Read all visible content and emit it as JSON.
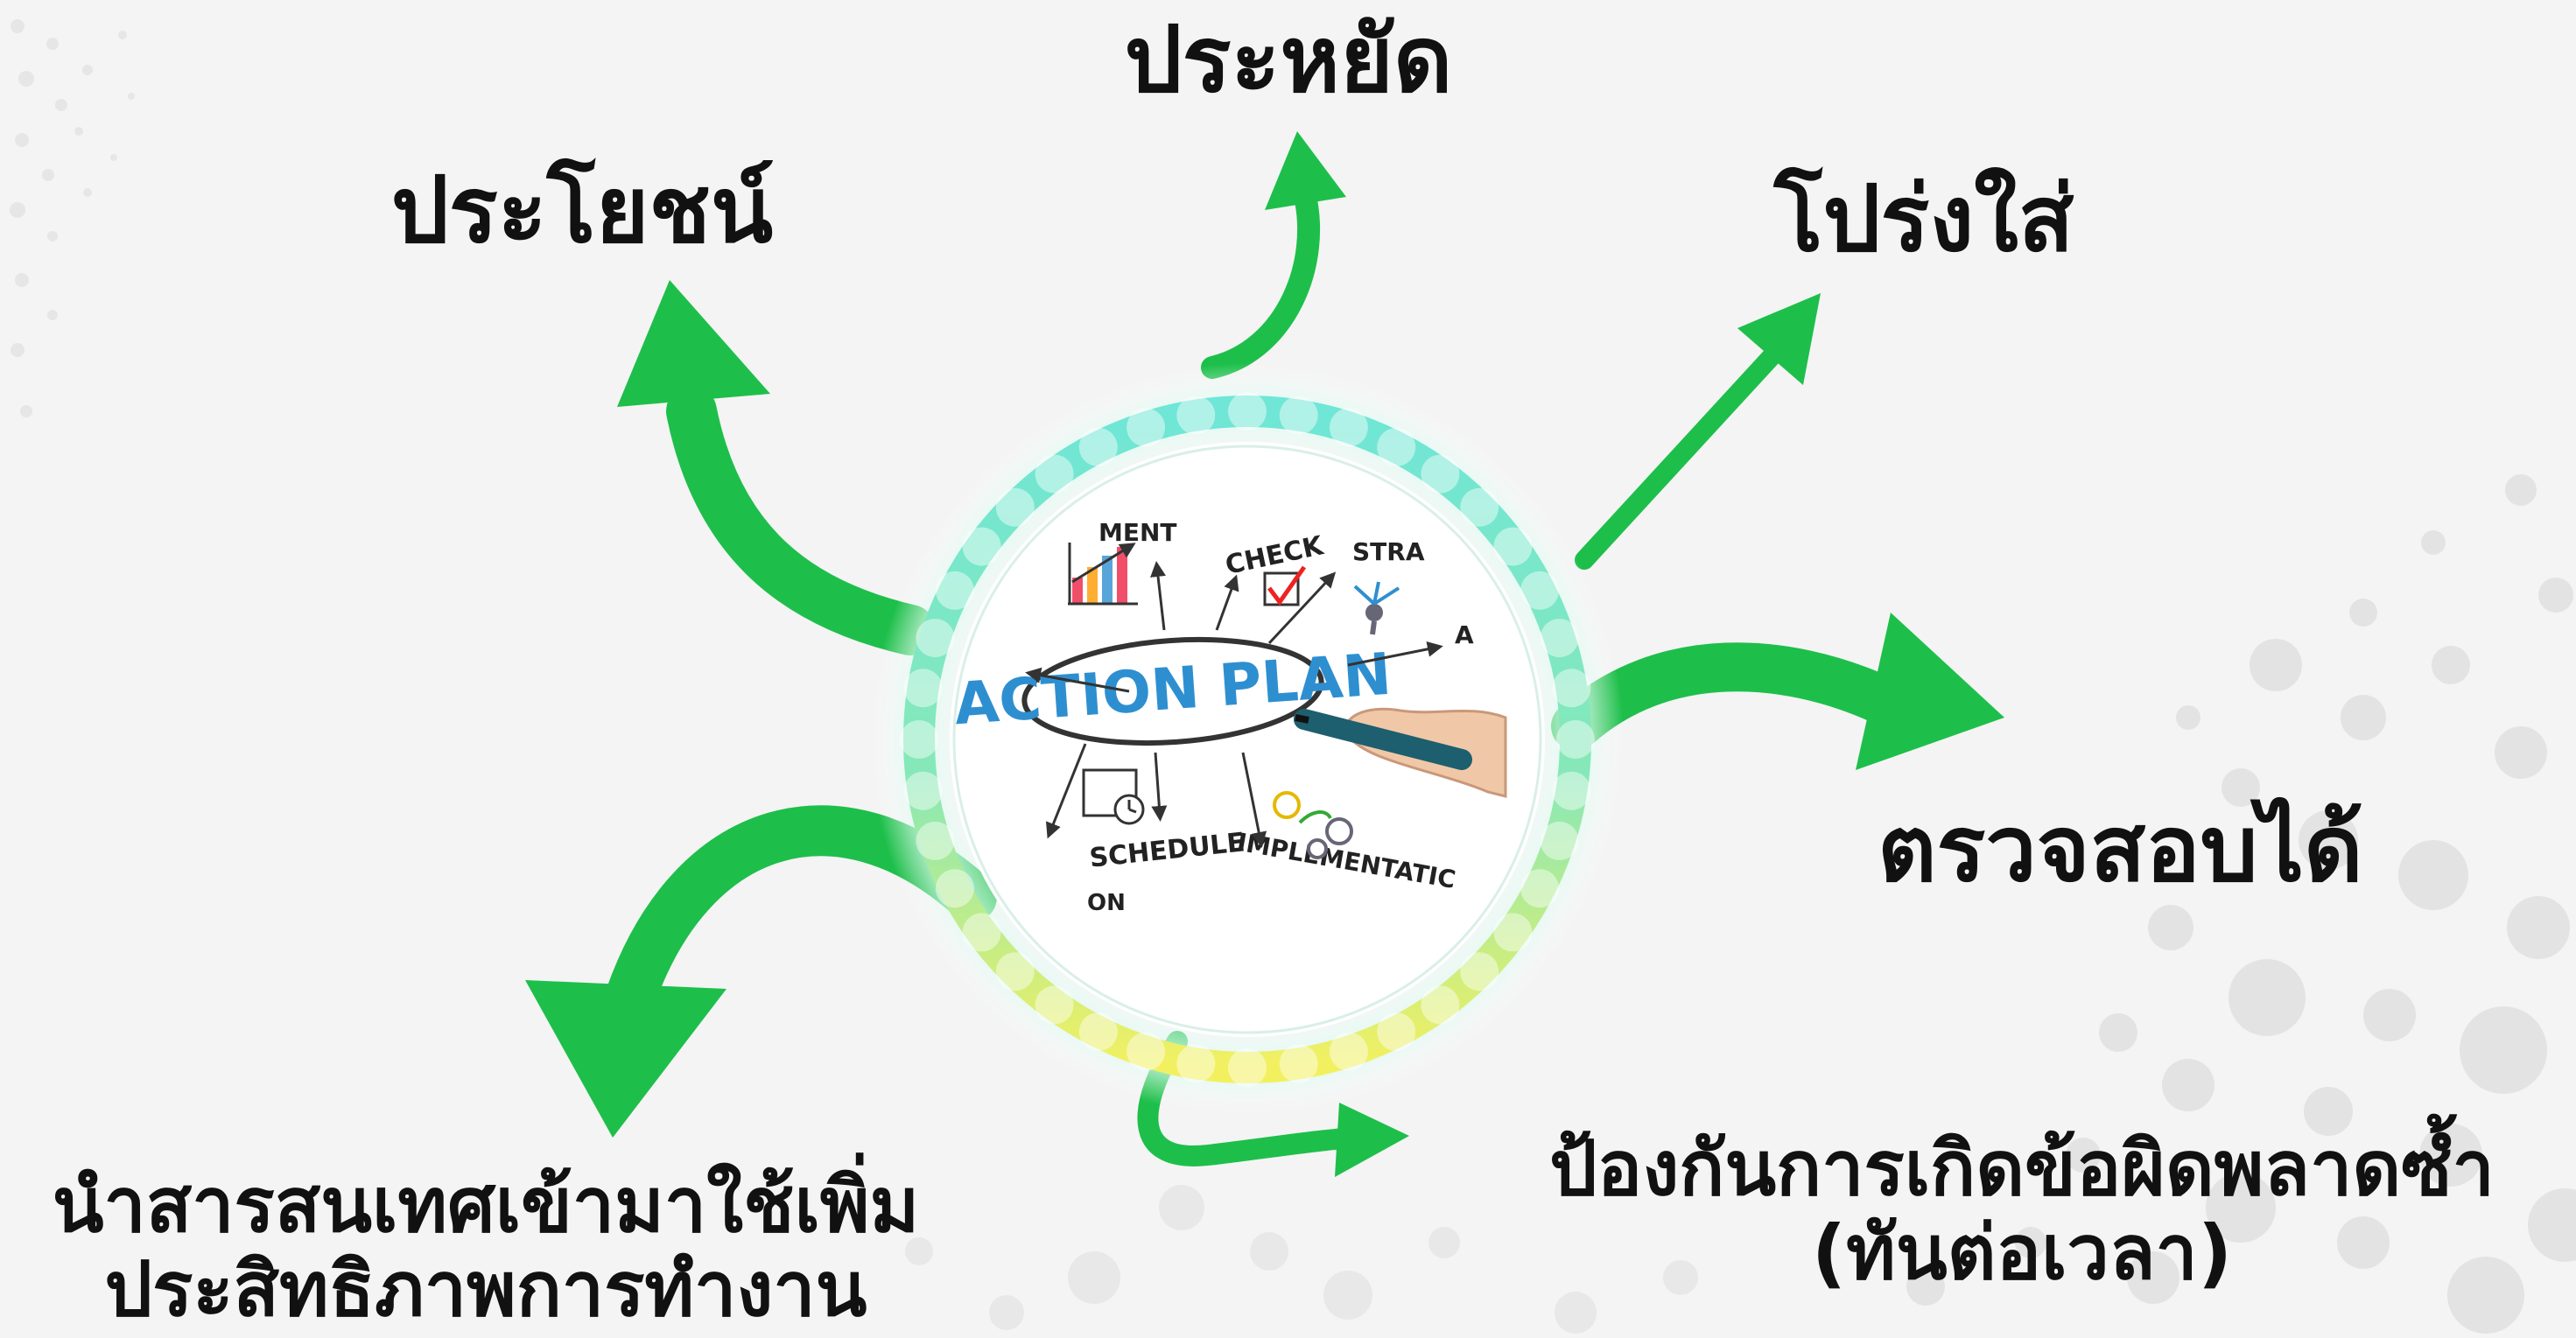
{
  "center_image": {
    "main_text": "ACTION PLAN",
    "sketch_labels": [
      "MENT",
      "CHECK",
      "STRA",
      "SCHEDULE",
      "IMPLEMENTATIC",
      "ON",
      "A"
    ]
  },
  "labels": {
    "top": "ประหยัด",
    "top_left": "ประโยชน์",
    "top_right": "โปร่งใส่",
    "right": "ตรวจสอบได้",
    "bottom_right": [
      "ป้องกันการเกิดข้อผิดพลาดซ้ำ",
      "(ทันต่อเวลา)"
    ],
    "bottom_left": [
      "นำสารสนเทศเข้ามาใช้เพิ่ม",
      "ประสิทธิภาพการทำงาน"
    ]
  },
  "colors": {
    "arrow_green": "#1dbf4a",
    "ring_top": "#6fe6d6",
    "ring_bottom": "#f3f060",
    "text": "#111111",
    "background": "#f4f4f4",
    "sketch_blue": "#2e8fd0"
  }
}
